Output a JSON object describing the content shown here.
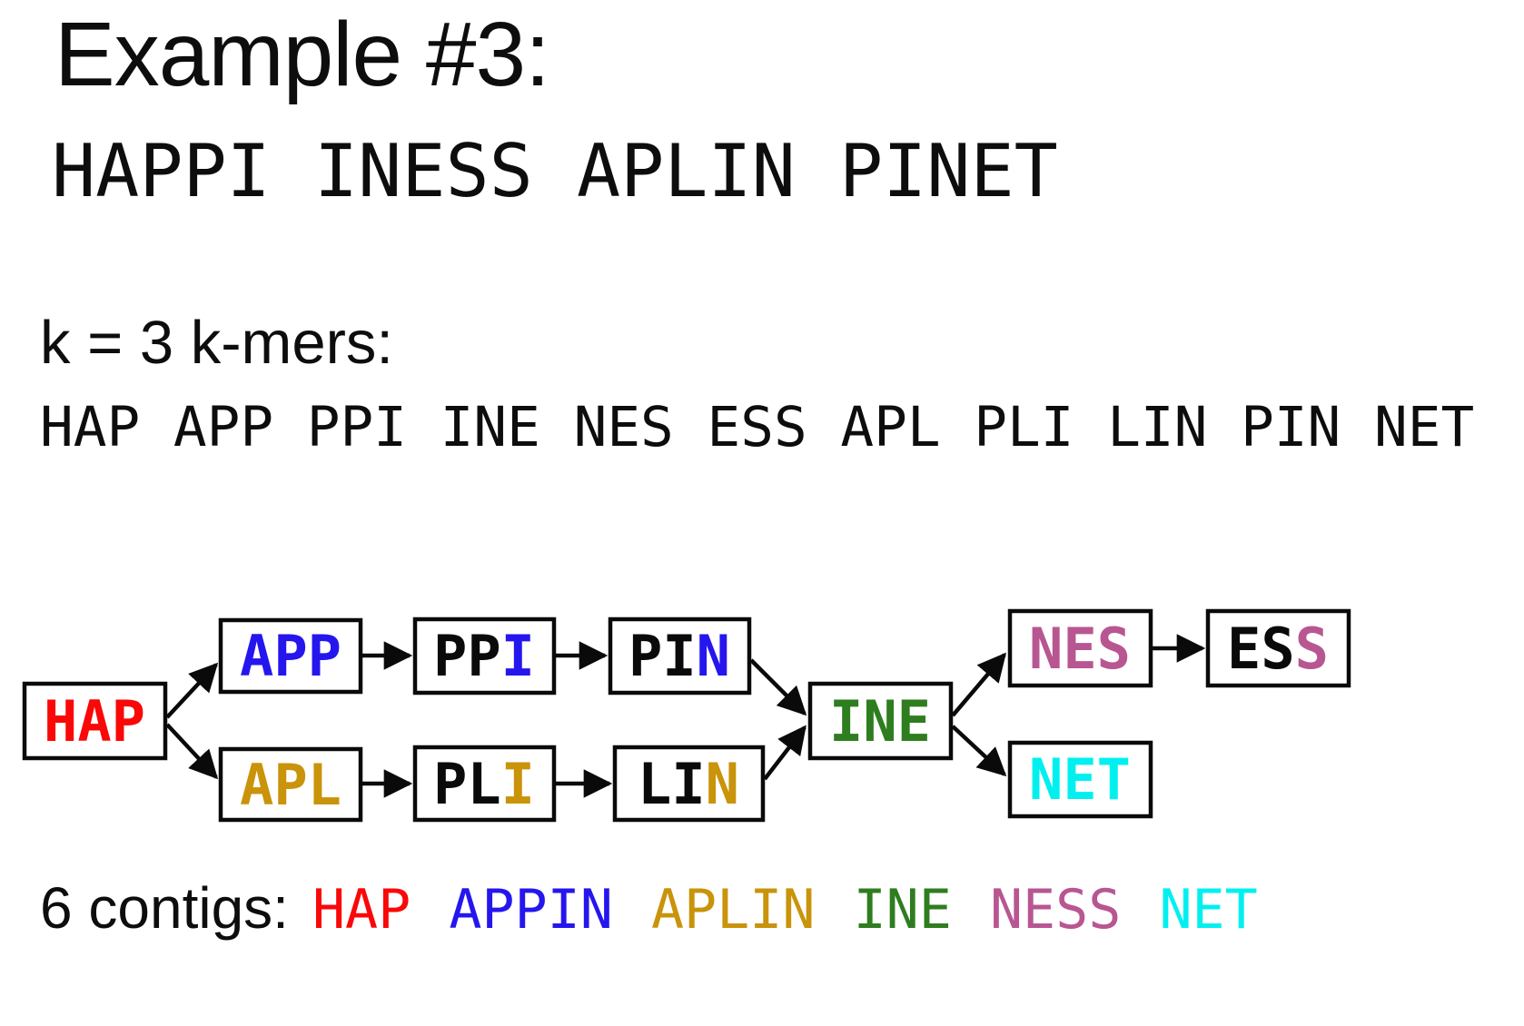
{
  "title": "Example #3:",
  "sequence_line": "HAPPI INESS APLIN PINET",
  "kmers": {
    "label": "k = 3 k-mers:",
    "line": "HAP APP PPI INE NES ESS APL PLI LIN PIN NET"
  },
  "palette": {
    "black": "#0a0a0a",
    "red": "#fa0707",
    "blue": "#2516ee",
    "gold": "#c9930a",
    "green": "#2e7d1f",
    "pink": "#b85692",
    "cyan": "#00f0f0"
  },
  "graph": {
    "nodes": [
      {
        "id": "HAP",
        "segments": [
          {
            "text": "HAP",
            "color": "#fa0707"
          }
        ]
      },
      {
        "id": "APP",
        "segments": [
          {
            "text": "APP",
            "color": "#2516ee"
          }
        ]
      },
      {
        "id": "PPI",
        "segments": [
          {
            "text": "PP",
            "color": "#0a0a0a"
          },
          {
            "text": "I",
            "color": "#2516ee"
          }
        ]
      },
      {
        "id": "PIN",
        "segments": [
          {
            "text": "PI",
            "color": "#0a0a0a"
          },
          {
            "text": "N",
            "color": "#2516ee"
          }
        ]
      },
      {
        "id": "APL",
        "segments": [
          {
            "text": "APL",
            "color": "#c9930a"
          }
        ]
      },
      {
        "id": "PLI",
        "segments": [
          {
            "text": "PL",
            "color": "#0a0a0a"
          },
          {
            "text": "I",
            "color": "#c9930a"
          }
        ]
      },
      {
        "id": "LIN",
        "segments": [
          {
            "text": "LI",
            "color": "#0a0a0a"
          },
          {
            "text": "N",
            "color": "#c9930a"
          }
        ]
      },
      {
        "id": "INE",
        "segments": [
          {
            "text": "INE",
            "color": "#2e7d1f"
          }
        ]
      },
      {
        "id": "NES",
        "segments": [
          {
            "text": "NES",
            "color": "#b85692"
          }
        ]
      },
      {
        "id": "ESS",
        "segments": [
          {
            "text": "ES",
            "color": "#0a0a0a"
          },
          {
            "text": "S",
            "color": "#b85692"
          }
        ]
      },
      {
        "id": "NET",
        "segments": [
          {
            "text": "NET",
            "color": "#00f0f0"
          }
        ]
      }
    ],
    "edges": [
      {
        "from": "HAP",
        "to": "APP"
      },
      {
        "from": "HAP",
        "to": "APL"
      },
      {
        "from": "APP",
        "to": "PPI"
      },
      {
        "from": "PPI",
        "to": "PIN"
      },
      {
        "from": "PIN",
        "to": "INE"
      },
      {
        "from": "APL",
        "to": "PLI"
      },
      {
        "from": "PLI",
        "to": "LIN"
      },
      {
        "from": "LIN",
        "to": "INE"
      },
      {
        "from": "INE",
        "to": "NES"
      },
      {
        "from": "INE",
        "to": "NET"
      },
      {
        "from": "NES",
        "to": "ESS"
      }
    ]
  },
  "contigs": {
    "label": "6 contigs:",
    "words": [
      {
        "text": "HAP",
        "color": "#fa0707"
      },
      {
        "text": "APPIN",
        "color": "#2516ee"
      },
      {
        "text": "APLIN",
        "color": "#c9930a"
      },
      {
        "text": "INE",
        "color": "#2e7d1f"
      },
      {
        "text": "NESS",
        "color": "#b85692"
      },
      {
        "text": "NET",
        "color": "#00f0f0"
      }
    ]
  }
}
